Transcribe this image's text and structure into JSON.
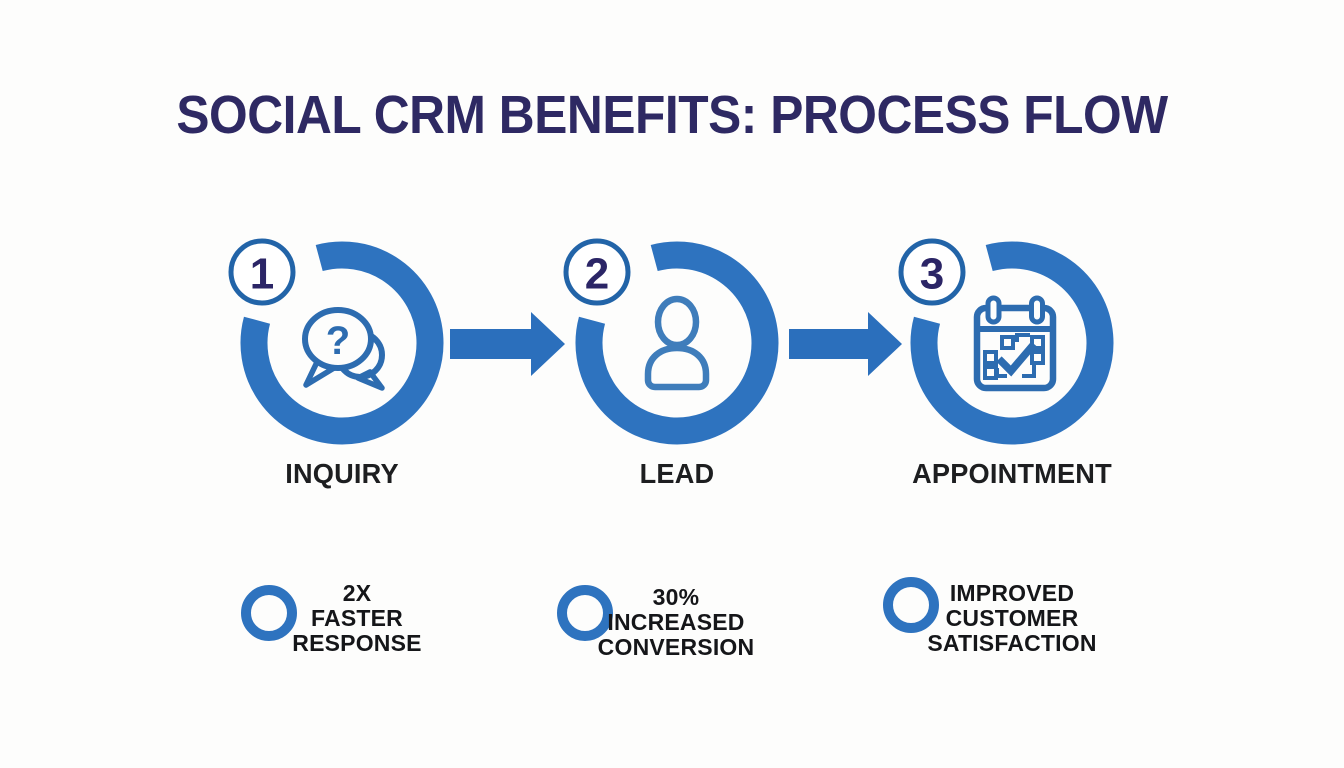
{
  "title": "SOCIAL CRM BENEFITS: PROCESS FLOW",
  "steps": [
    {
      "number": "1",
      "label": "INQUIRY",
      "icon": "question-bubbles-icon",
      "icon_glyph": "?"
    },
    {
      "number": "2",
      "label": "LEAD",
      "icon": "person-icon"
    },
    {
      "number": "3",
      "label": "APPOINTMENT",
      "icon": "calendar-check-icon"
    }
  ],
  "arrows": [
    {
      "name": "arrow-inquiry-to-lead",
      "direction": "right"
    },
    {
      "name": "arrow-lead-to-appointment",
      "direction": "right"
    }
  ],
  "benefits": [
    {
      "lines": [
        "2X",
        "FASTER",
        "RESPONSE"
      ]
    },
    {
      "lines": [
        "30%",
        "INCREASED",
        "CONVERSION"
      ]
    },
    {
      "lines": [
        "IMPROVED",
        "CUSTOMER",
        "SATISFACTION"
      ]
    }
  ],
  "colors": {
    "background": "#fdfdfc",
    "title_navy": "#2e2963",
    "ring_blue": "#2e73bf",
    "badge_border_blue": "#2264a8",
    "badge_number_navy": "#2b2566",
    "icon_blue": "#2d6cb0",
    "person_icon_blue": "#3f7dbb",
    "arrow_blue": "#2b6fbc",
    "label_black": "#1d1e20",
    "benefit_text_black": "#151619"
  }
}
